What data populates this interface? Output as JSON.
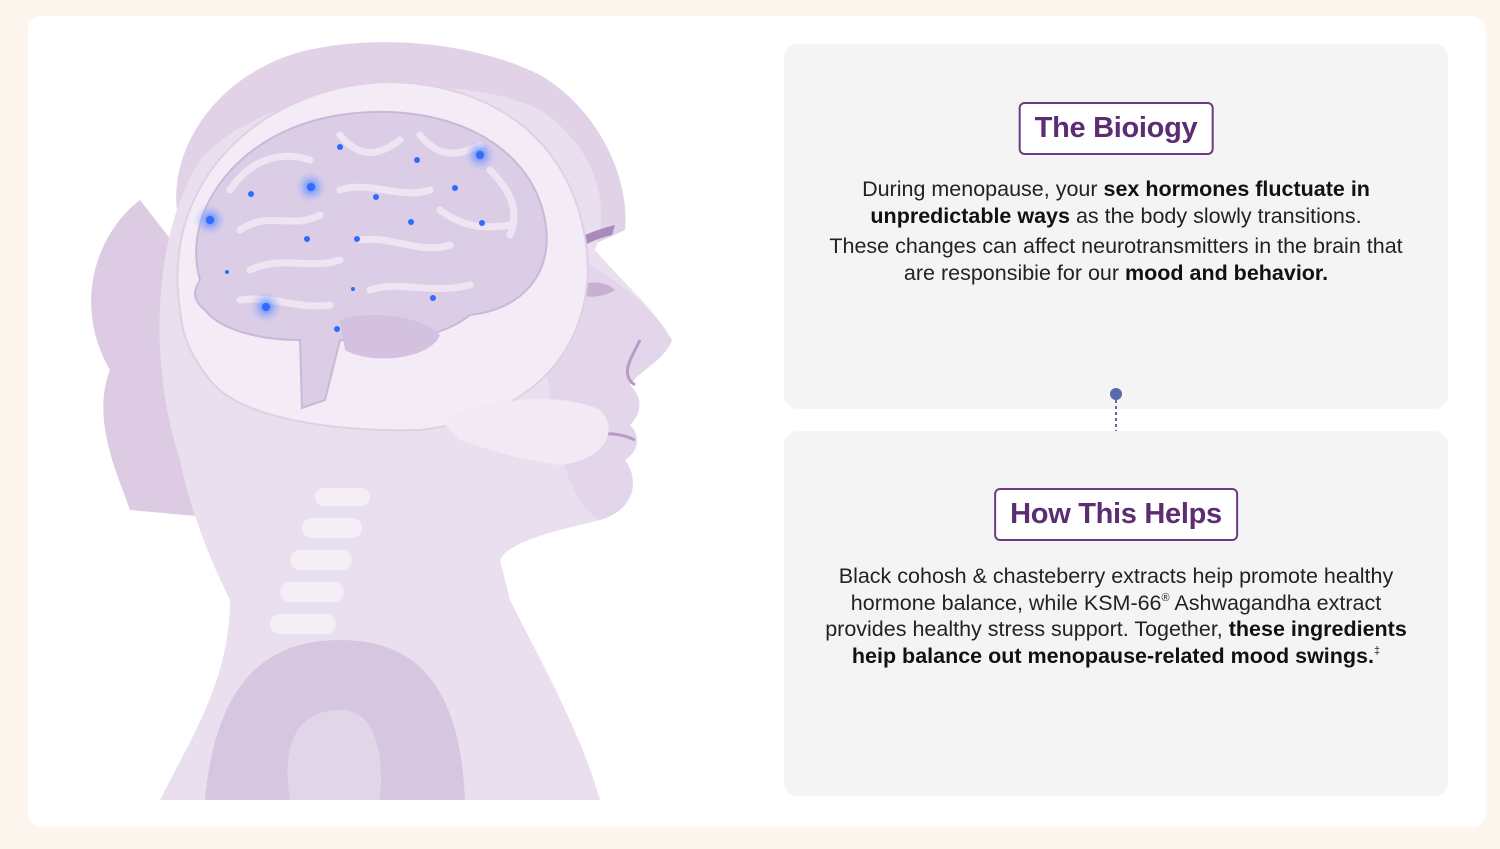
{
  "illustration": {
    "subject": "woman-head-brain-illustration",
    "colors": {
      "skin": "#e9dcec",
      "brain": "#dccde6",
      "accent_dots": "#3b6fe0"
    }
  },
  "biology": {
    "heading": "The Bioiogy",
    "p1_part1": "During menopause, your ",
    "p1_bold": "sex hormones fluctuate in unpredictable ways",
    "p1_part2": " as the body slowly transitions.",
    "p2_part1": "These changes can affect neurotransmitters in the brain that are responsibie for our ",
    "p2_bold": "mood and behavior."
  },
  "helps": {
    "heading": "How This Helps",
    "part1": "Black cohosh & chasteberry extracts heip promote healthy hormone balance, while KSM-66",
    "reg": "®",
    "part2": " Ashwagandha extract provides healthy stress support. Together, ",
    "bold": "these ingredients heip balance out menopause-related mood swings.",
    "footnote": "‡"
  },
  "colors": {
    "heading_text": "#5b2d73",
    "heading_border": "#6b3a82",
    "panel_bg": "#f4f4f4",
    "connector": "#5a6aa8"
  }
}
